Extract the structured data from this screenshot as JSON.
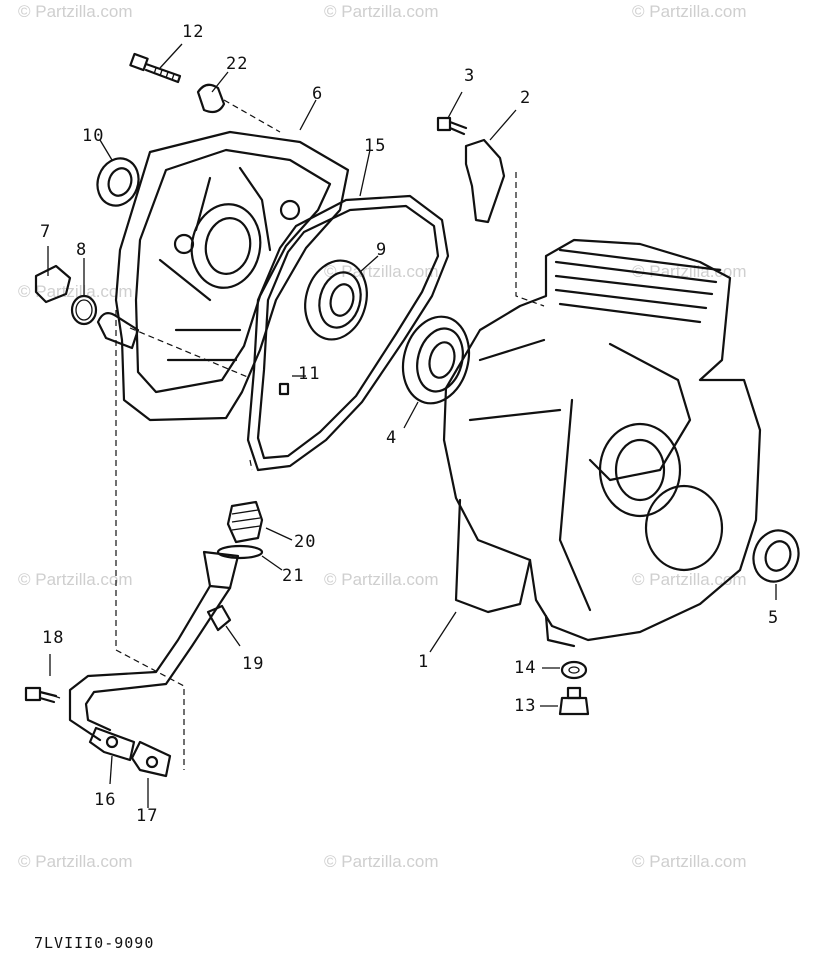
{
  "diagram": {
    "drawing_code": "7LVIII0-9090",
    "watermark_text": "© Partzilla.com",
    "callouts": [
      "12",
      "22",
      "6",
      "10",
      "15",
      "7",
      "8",
      "9",
      "11",
      "4",
      "3",
      "2",
      "20",
      "21",
      "19",
      "18",
      "16",
      "17",
      "1",
      "14",
      "13",
      "5"
    ],
    "colors": {
      "ink": "#111111",
      "background": "#ffffff",
      "watermark": "#cfcfcf"
    }
  }
}
